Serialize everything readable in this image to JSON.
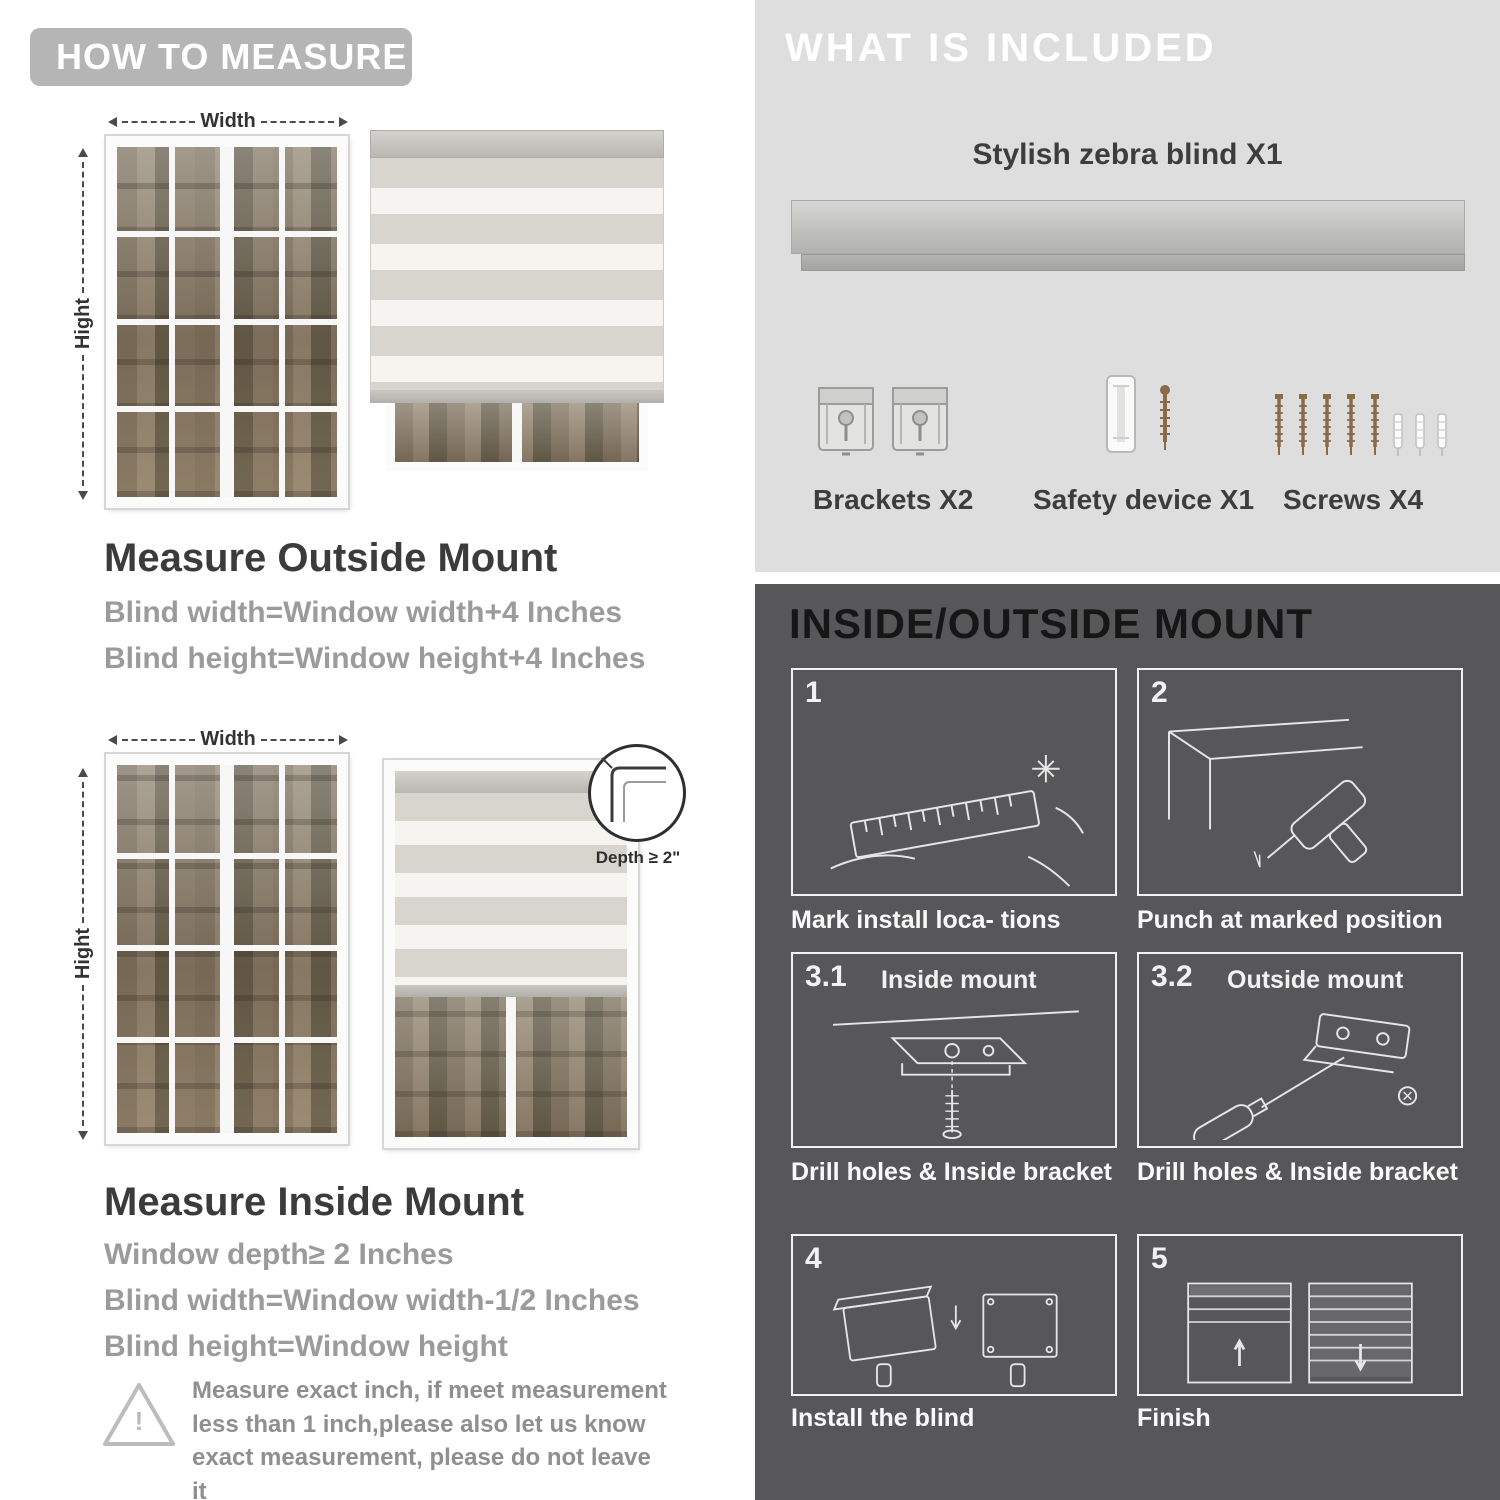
{
  "theme": {
    "pill_bg": "#b5b5b5",
    "included_bg": "#dedede",
    "mount_bg": "#57575a",
    "heading_color": "#3b3b3b",
    "muted_gray": "#9b9b9b"
  },
  "left": {
    "header": "HOW TO MEASURE",
    "outside": {
      "width_label": "Width",
      "height_label": "Hight",
      "title": "Measure Outside Mount",
      "lines": [
        "Blind width=Window width+4 Inches",
        "Blind height=Window height+4 Inches"
      ]
    },
    "inside": {
      "width_label": "Width",
      "height_label": "Hight",
      "depth_label": "Depth ≥ 2\"",
      "title": "Measure Inside Mount",
      "lines": [
        "Window depth≥ 2 Inches",
        "Blind width=Window width-1/2 Inches",
        "Blind height=Window height"
      ]
    },
    "warning": {
      "mark": "!",
      "text": "Measure exact inch, if meet measurement less than 1 inch,please also let us know exact measurement, please do not leave it"
    }
  },
  "right": {
    "included": {
      "header": "WHAT IS INCLUDED",
      "blind_label": "Stylish zebra blind X1",
      "items": [
        "Brackets X2",
        "Safety device X1",
        "Screws X4"
      ]
    },
    "mount": {
      "header": "INSIDE/OUTSIDE MOUNT",
      "steps": [
        {
          "num": "1",
          "label": "",
          "caption": "Mark install loca- tions"
        },
        {
          "num": "2",
          "label": "",
          "caption": "Punch at  marked position"
        },
        {
          "num": "3.1",
          "label": "Inside mount",
          "caption": "Drill holes &  Inside bracket"
        },
        {
          "num": "3.2",
          "label": "Outside mount",
          "caption": "Drill holes &  Inside bracket"
        },
        {
          "num": "4",
          "label": "",
          "caption": "Install the blind"
        },
        {
          "num": "5",
          "label": "",
          "caption": "Finish"
        }
      ]
    }
  }
}
